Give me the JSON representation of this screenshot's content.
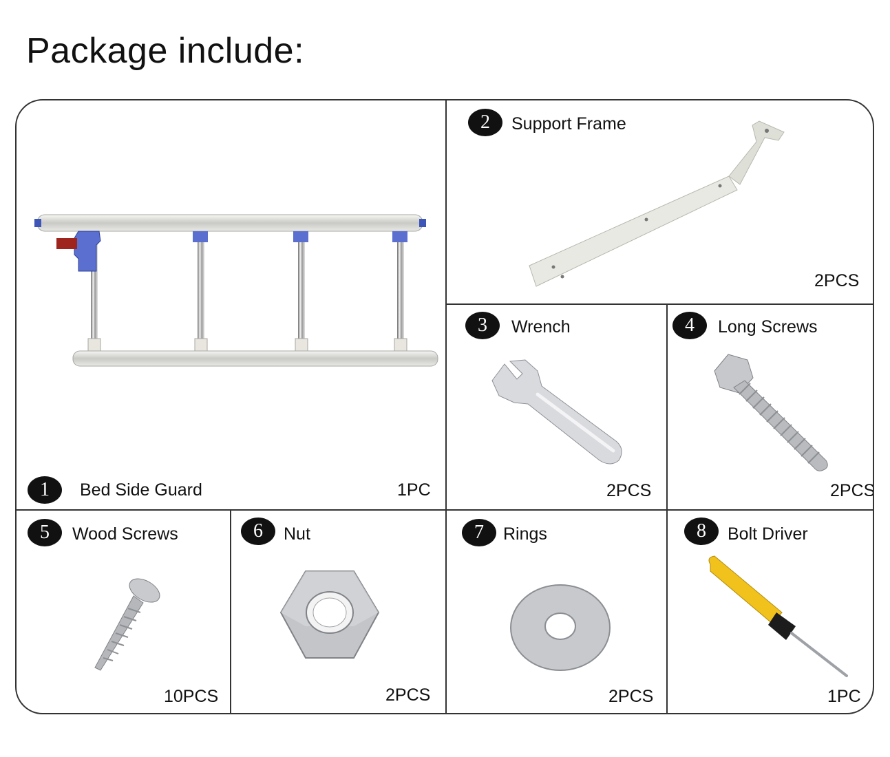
{
  "page": {
    "title": "Package include:"
  },
  "items": [
    {
      "number": "1",
      "label": "Bed Side Guard",
      "qty": "1PC",
      "icon": "bed-side-guard-icon"
    },
    {
      "number": "2",
      "label": "Support Frame",
      "qty": "2PCS",
      "icon": "support-frame-icon"
    },
    {
      "number": "3",
      "label": "Wrench",
      "qty": "2PCS",
      "icon": "wrench-icon"
    },
    {
      "number": "4",
      "label": "Long Screws",
      "qty": "2PCS",
      "icon": "long-screw-icon"
    },
    {
      "number": "5",
      "label": "Wood Screws",
      "qty": "10PCS",
      "icon": "wood-screw-icon"
    },
    {
      "number": "6",
      "label": "Nut",
      "qty": "2PCS",
      "icon": "nut-icon"
    },
    {
      "number": "7",
      "label": "Rings",
      "qty": "2PCS",
      "icon": "ring-washer-icon"
    },
    {
      "number": "8",
      "label": "Bolt Driver",
      "qty": "1PC",
      "icon": "bolt-driver-icon"
    }
  ]
}
